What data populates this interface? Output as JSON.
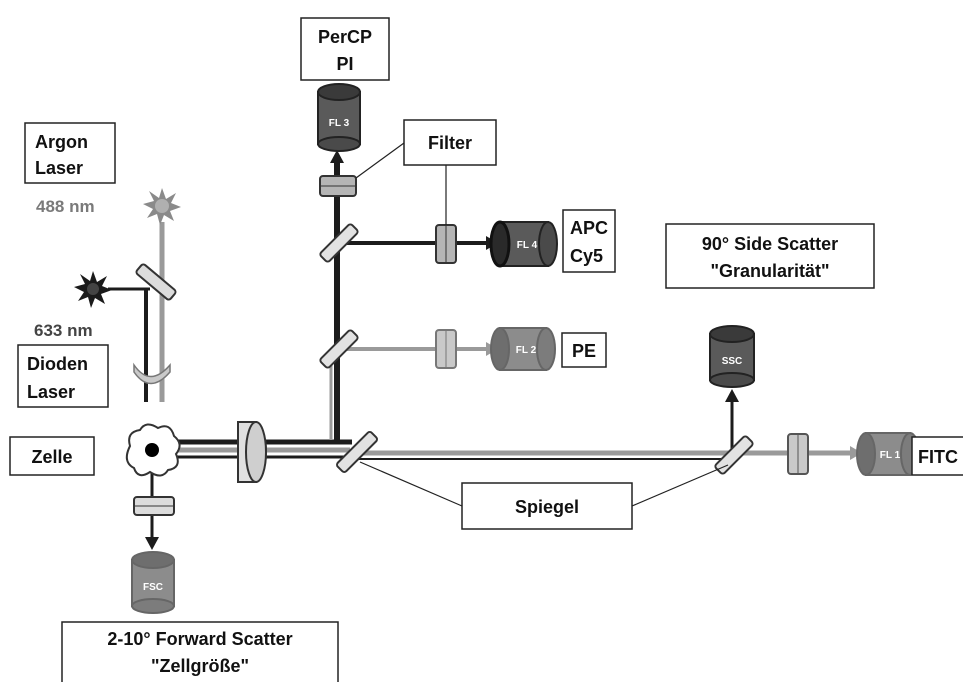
{
  "labels": {
    "percp": "PerCP",
    "pi": "PI",
    "filter": "Filter",
    "argon_line1": "Argon",
    "argon_line2": "Laser",
    "wl_488": "488 nm",
    "wl_633": "633 nm",
    "dioden_line1": "Dioden",
    "dioden_line2": "Laser",
    "apc": "APC",
    "cy5": "Cy5",
    "pe": "PE",
    "side_line1": "90°  Side Scatter",
    "side_line2": "\"Granularität\"",
    "zelle": "Zelle",
    "spiegel": "Spiegel",
    "fitc": "FITC",
    "forward_line1": "2-10°  Forward Scatter",
    "forward_line2": "\"Zellgröße\""
  },
  "detectors": {
    "fl3": "FL 3",
    "fl4": "FL 4",
    "fl2": "FL 2",
    "fl1": "FL 1",
    "ssc": "SSC",
    "fsc": "FSC"
  },
  "colors": {
    "dark_beam": "#1c1c1c",
    "light_beam": "#9a9a9a",
    "detector_dark": "#5a5a5a",
    "detector_mid": "#8c8c8c",
    "mirror": "#d9d9d9",
    "filter": "#b5b5b5"
  }
}
